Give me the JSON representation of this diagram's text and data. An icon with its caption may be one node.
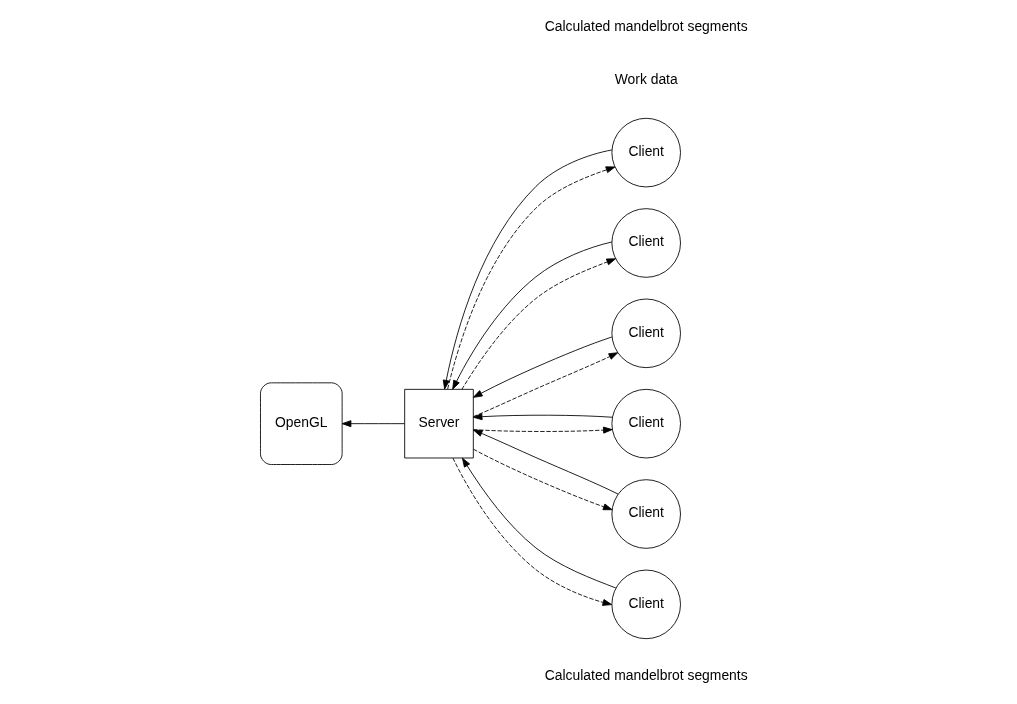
{
  "diagram": {
    "nodes": [
      {
        "text": [
          "OpenGL"
        ]
      },
      {
        "text": [
          "Server"
        ]
      },
      {
        "text": [
          "Client"
        ]
      },
      {
        "text": [
          "Client"
        ]
      },
      {
        "text": [
          "Client"
        ]
      },
      {
        "text": [
          "Client"
        ]
      },
      {
        "text": [
          "Client"
        ]
      },
      {
        "text": [
          "Client"
        ]
      }
    ],
    "edges": [
      {
        "from": 1,
        "to": 0,
        "arrow": "to"
      },
      {
        "from": 1,
        "to": 2,
        "arrow": "to",
        "style": "dashed"
      },
      {
        "from": 1,
        "to": 3,
        "arrow": "to",
        "style": "dashed"
      },
      {
        "from": 1,
        "to": 4,
        "arrow": "to",
        "style": "dashed"
      },
      {
        "from": 1,
        "to": 5,
        "arrow": "to",
        "style": "dashed"
      },
      {
        "from": 1,
        "to": 6,
        "arrow": "to",
        "style": "dashed"
      },
      {
        "from": 1,
        "to": 7,
        "arrow": "to",
        "style": "dashed"
      },
      {
        "from": 2,
        "to": 1,
        "arrow": "to"
      },
      {
        "from": 3,
        "to": 1,
        "arrow": "to"
      },
      {
        "from": 4,
        "to": 1,
        "arrow": "to"
      },
      {
        "from": 5,
        "to": 1,
        "arrow": "to"
      },
      {
        "from": 6,
        "to": 1,
        "arrow": "to"
      },
      {
        "from": 7,
        "to": 1,
        "arrow": "to"
      }
    ],
    "labels": [
      "Calculated mandelbrot segments",
      "Work data",
      "Calculated mandelbrot segments"
    ]
  }
}
